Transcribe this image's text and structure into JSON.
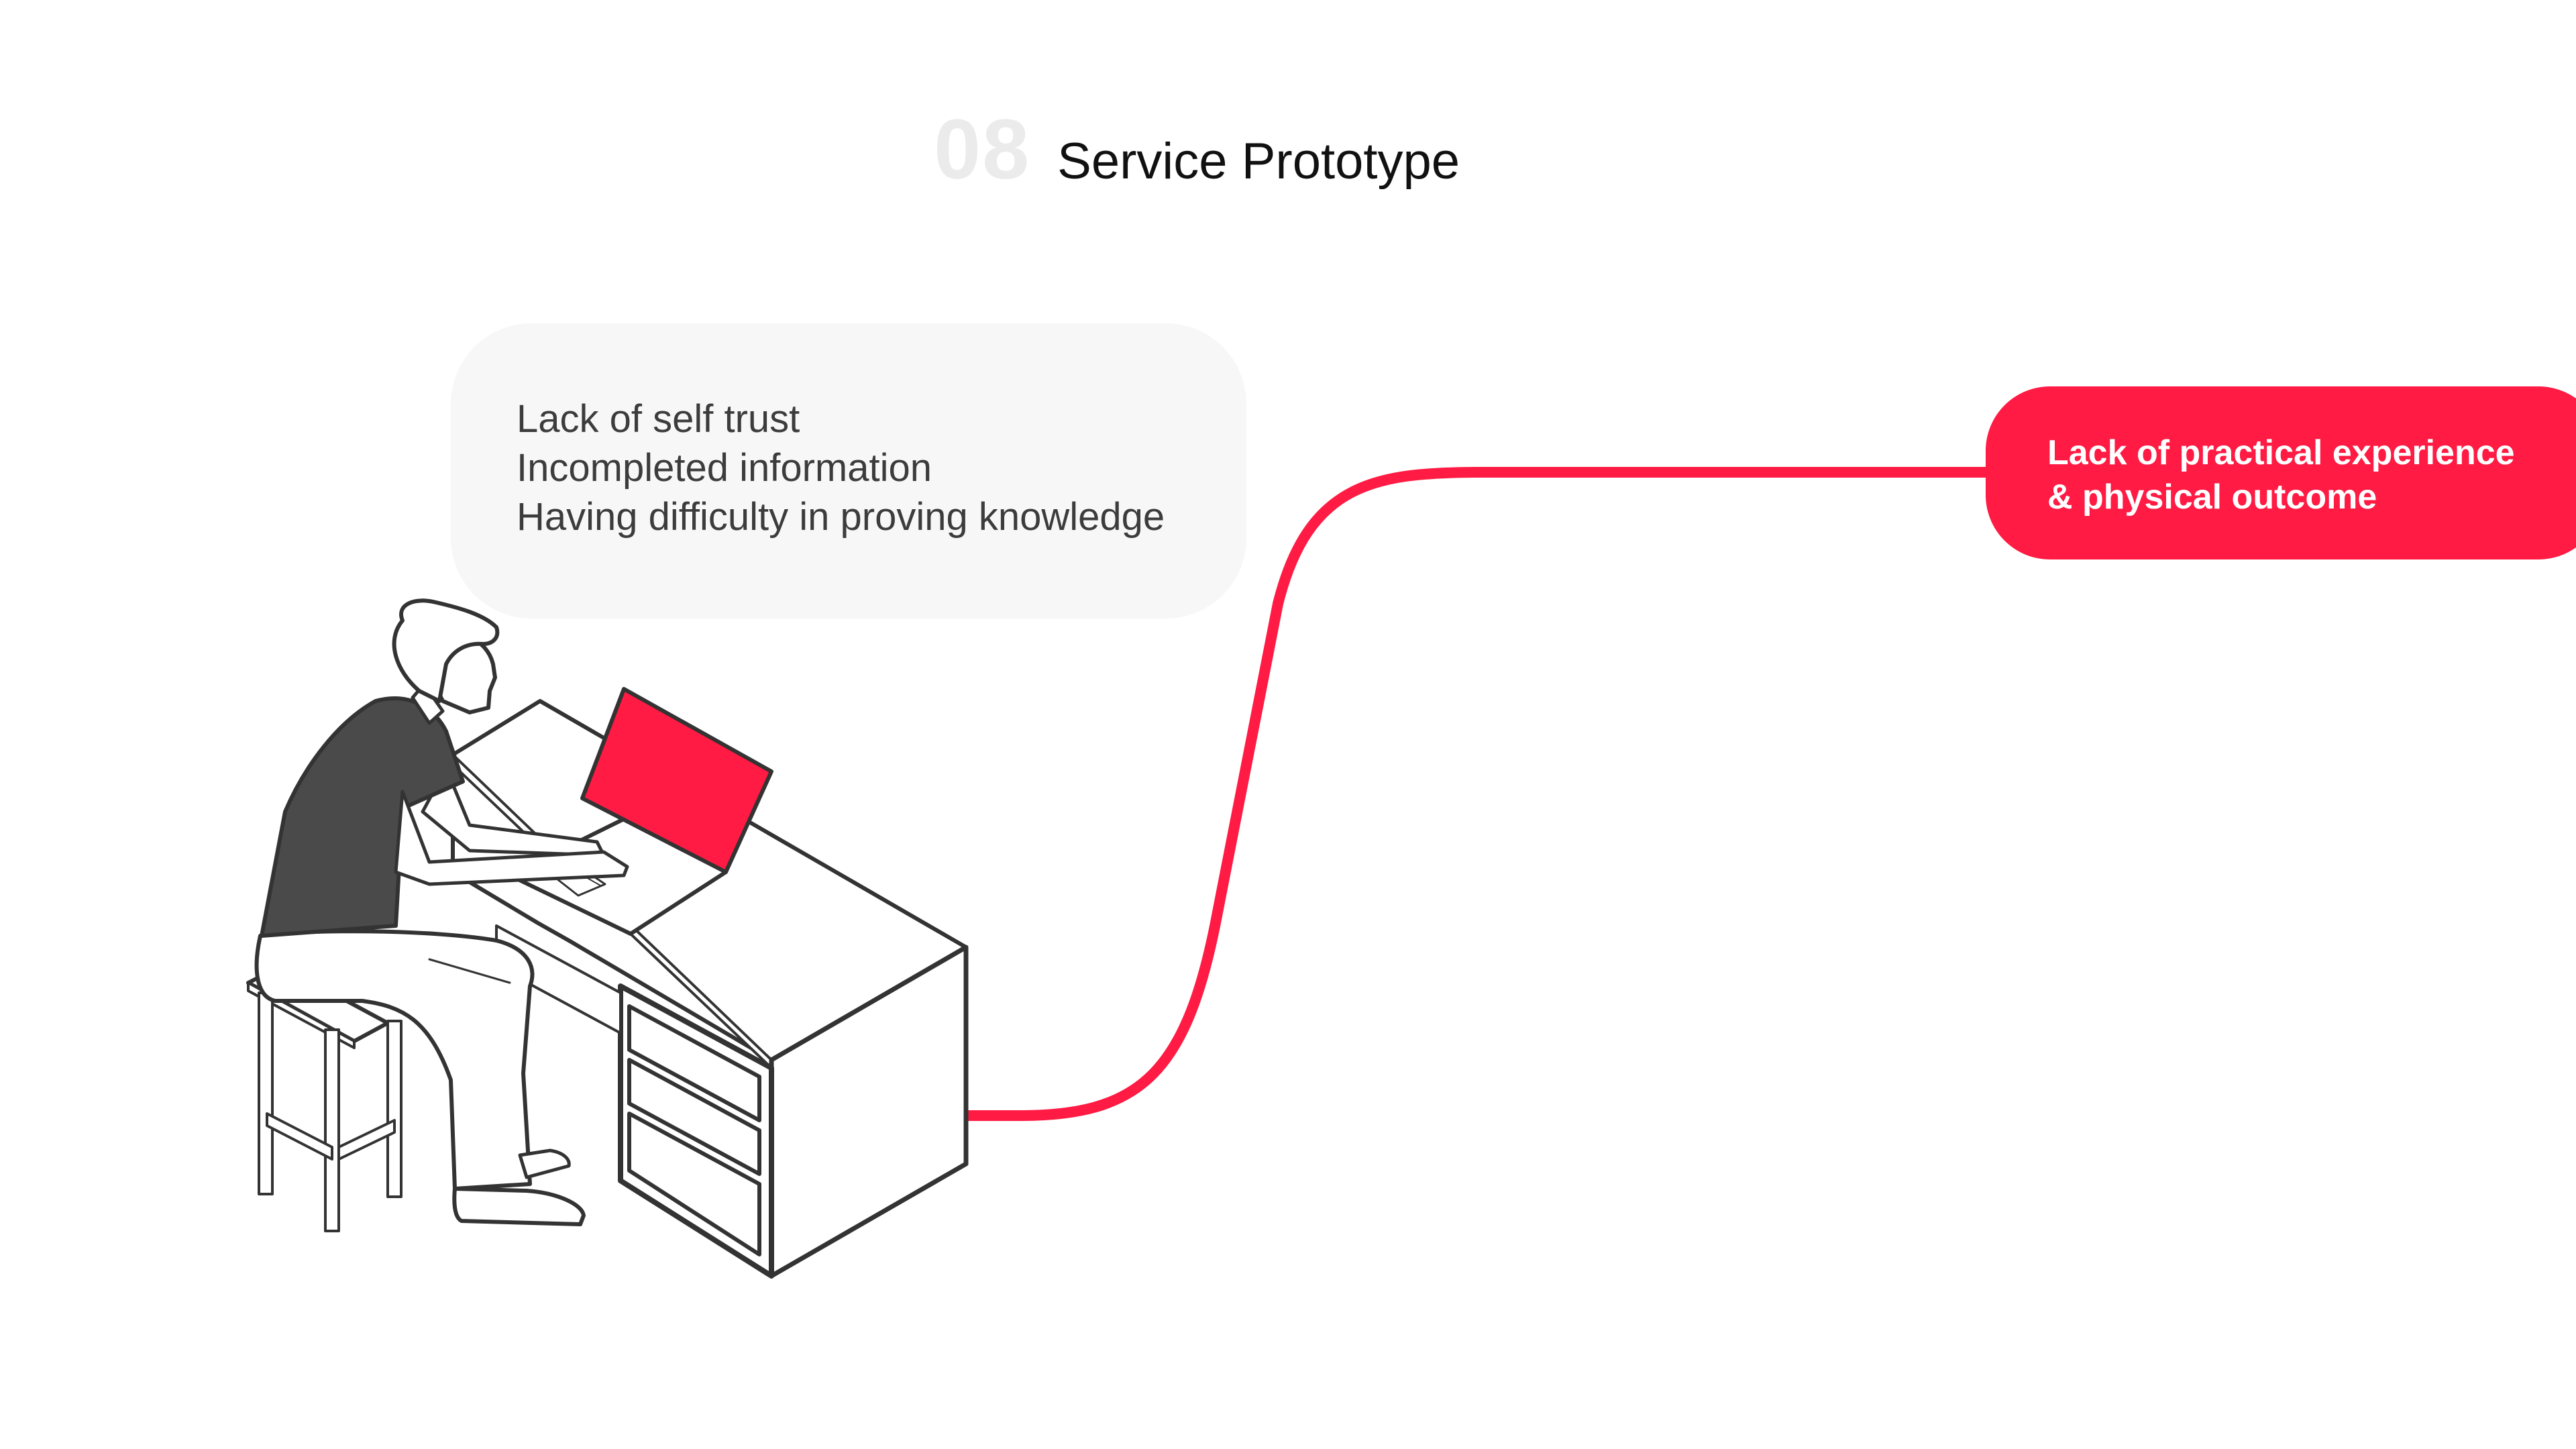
{
  "header": {
    "number": "08",
    "title": "Service Prototype"
  },
  "pain_points": [
    "Lack of self trust",
    "Incompleted information",
    "Having difficulty in proving knowledge"
  ],
  "callout": {
    "lines": [
      "Lack of practical experience",
      "& physical outcome"
    ]
  },
  "illustration": {
    "subject": "person-working-at-laptop-on-desk-icon",
    "connector": "curved-connector-line"
  },
  "colors": {
    "accent": "#ff1b43",
    "bubble_bg": "#f7f7f7",
    "number": "#ebebeb",
    "title": "#111111",
    "body_text": "#3c3c3c",
    "line_art": "#333333",
    "shirt": "#4a4a4a"
  }
}
